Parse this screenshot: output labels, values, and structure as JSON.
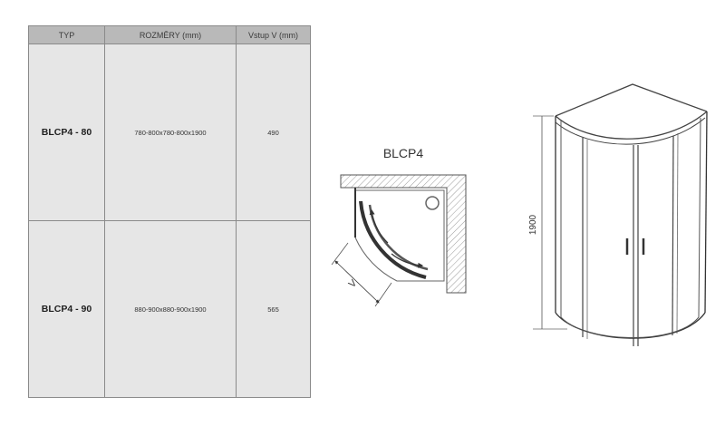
{
  "table": {
    "headers": [
      "TYP",
      "ROZMĚRY (mm)",
      "Vstup V (mm)"
    ],
    "rows": [
      {
        "typ": "BLCP4 - 80",
        "dims": "780-800x780-800x1900",
        "entry": "490"
      },
      {
        "typ": "BLCP4 - 90",
        "dims": "880-900x880-900x1900",
        "entry": "565"
      }
    ]
  },
  "plan": {
    "title": "BLCP4",
    "entry_label": "V"
  },
  "elevation": {
    "height_label": "1900"
  }
}
